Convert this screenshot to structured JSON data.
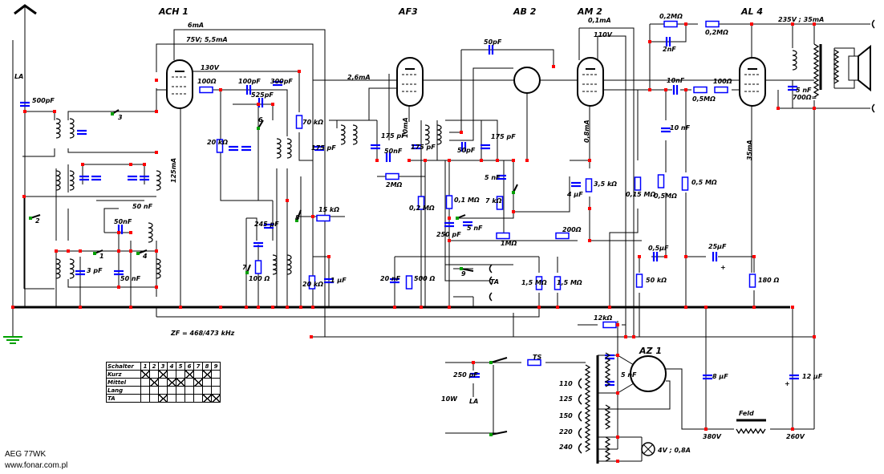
{
  "title": "AEG 77WK",
  "source": "www.fonar.com.pl",
  "colors": {
    "wire": "#000000",
    "component": "#0000ff",
    "junction": "#ff0000",
    "contact": "#00a000",
    "ground": "#00a000"
  },
  "labels": [
    "ACH 1",
    "AF3",
    "AB 2",
    "AM 2",
    "AL 4",
    "AZ 1",
    "6mA",
    "75V; 5,5mA",
    "130V",
    "100Ω",
    "100pF",
    "300pF",
    "525pF",
    "2,6mA",
    "50pF",
    "0,1mA",
    "110V",
    "0,2MΩ",
    "0,2MΩ",
    "2nF",
    "235V ; 35mA",
    "10nF",
    "100Ω",
    "0,5MΩ",
    "5 nF",
    "700Ω=",
    "500pF",
    "LA",
    "20 kΩ",
    "70 kΩ",
    "175 pF",
    "175 pF",
    "10mA",
    "50nF",
    "175 pF",
    "50pF",
    "175 pF",
    "0,8mA",
    "10 nF",
    "2MΩ",
    "5 nF",
    "7 kΩ",
    "0,1 MΩ",
    "0,2 MΩ",
    "3,5 kΩ",
    "4 µF",
    "0,15 MΩ",
    "0,5MΩ",
    "0,5 MΩ",
    "35mA",
    "125mA",
    "15 kΩ",
    "50 nF",
    "50nF",
    "245 pF",
    "3 pF",
    "50 nF",
    "100 Ω",
    "20 kΩ",
    "1 µF",
    "20 nF",
    "500 Ω",
    "250 pF",
    "5 nF",
    "1MΩ",
    "200Ω",
    "1,5 MΩ",
    "1,5 MΩ",
    "TA",
    "0,5µF",
    "25µF",
    "50 kΩ",
    "180 Ω",
    "12kΩ",
    "ZF = 468/473 kHz",
    "250 pF",
    "LA",
    "10W",
    "TS",
    "110",
    "125",
    "150",
    "220",
    "240",
    "5 nF",
    "4V ; 0,8A",
    "8 µF",
    "12 µF",
    "Feld",
    "380V",
    "260V",
    "+",
    "+"
  ],
  "switch_numbers": [
    "1",
    "2",
    "3",
    "4",
    "6",
    "7",
    "8",
    "9"
  ],
  "switch_table": {
    "header": "Schalter",
    "columns": [
      "1",
      "2",
      "3",
      "4",
      "5",
      "6",
      "7",
      "8",
      "9"
    ],
    "rows": [
      {
        "name": "Kurz",
        "closed": [
          1,
          3,
          6,
          8
        ]
      },
      {
        "name": "Mittel",
        "closed": [
          2,
          4,
          5,
          7
        ]
      },
      {
        "name": "Lang",
        "closed": []
      },
      {
        "name": "TA",
        "closed": [
          3,
          8,
          9
        ]
      }
    ]
  }
}
